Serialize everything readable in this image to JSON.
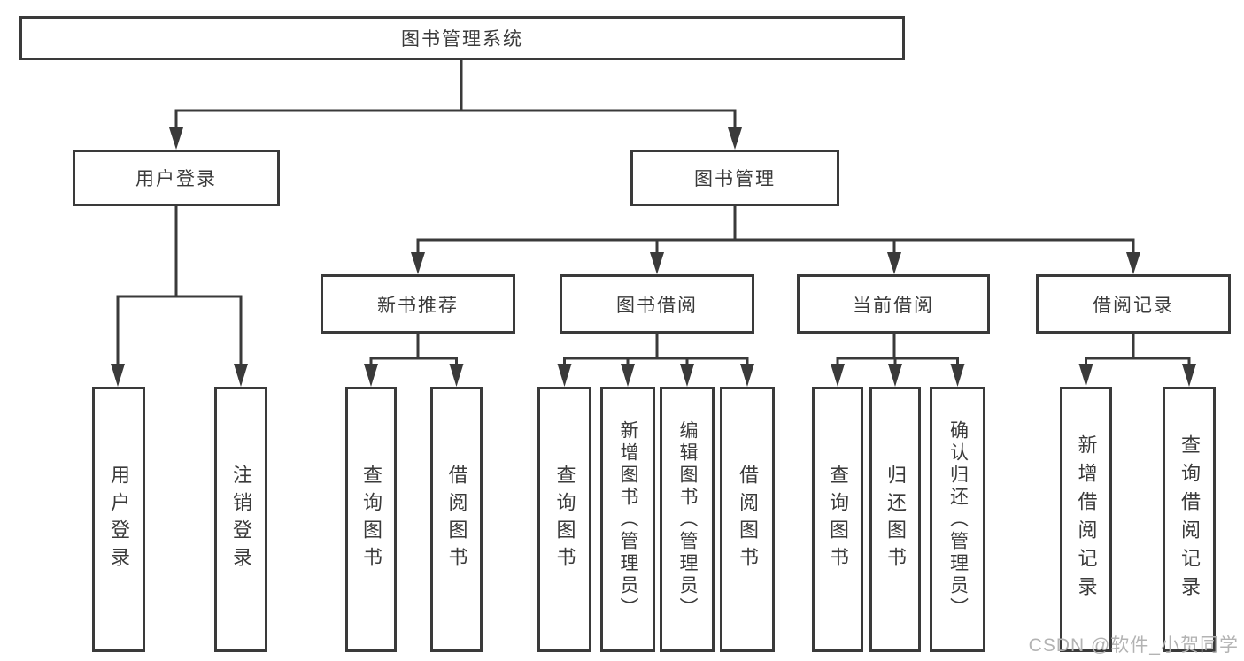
{
  "diagram": {
    "title": "图书管理系统",
    "branches": [
      {
        "label": "用户登录",
        "children": [
          {
            "label": "用户登录"
          },
          {
            "label": "注销登录"
          }
        ]
      },
      {
        "label": "图书管理",
        "children": [
          {
            "label": "新书推荐",
            "children": [
              {
                "label": "查询图书"
              },
              {
                "label": "借阅图书"
              }
            ]
          },
          {
            "label": "图书借阅",
            "children": [
              {
                "label": "查询图书"
              },
              {
                "label": "新增图书（管理员）"
              },
              {
                "label": "编辑图书（管理员）"
              },
              {
                "label": "借阅图书"
              }
            ]
          },
          {
            "label": "当前借阅",
            "children": [
              {
                "label": "查询图书"
              },
              {
                "label": "归还图书"
              },
              {
                "label": "确认归还（管理员）"
              }
            ]
          },
          {
            "label": "借阅记录",
            "children": [
              {
                "label": "新增借阅记录"
              },
              {
                "label": "查询借阅记录"
              }
            ]
          }
        ]
      }
    ]
  },
  "watermark": {
    "text": "CSDN @软件_小贺同学"
  },
  "style": {
    "line_color": "#3a3a3a",
    "box_border_color": "#3a3a3a",
    "text_color": "#3a3a3a",
    "watermark_color": "#b3b3b3",
    "background": "#ffffff"
  }
}
